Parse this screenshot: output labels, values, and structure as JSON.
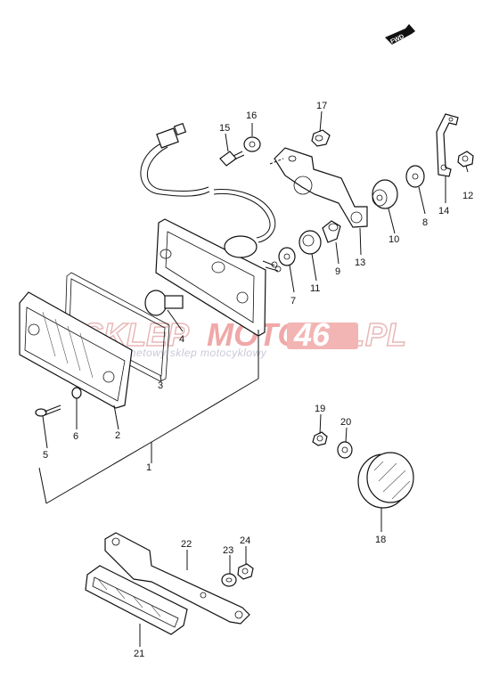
{
  "fwd_label": "FWD",
  "watermark": {
    "part1": "SKLEP",
    "part2": "MOTO",
    "part3": "46",
    "part4": ".PL",
    "subtitle": "internetowy sklep motocyklowy"
  },
  "parts": {
    "p1": "1",
    "p2": "2",
    "p3": "3",
    "p4": "4",
    "p5": "5",
    "p6": "6",
    "p7": "7",
    "p8": "8",
    "p9": "9",
    "p10": "10",
    "p11": "11",
    "p12": "12",
    "p13": "13",
    "p14": "14",
    "p15": "15",
    "p16": "16",
    "p17": "17",
    "p18": "18",
    "p19": "19",
    "p20": "20",
    "p21": "21",
    "p22": "22",
    "p23": "23",
    "p24": "24"
  }
}
